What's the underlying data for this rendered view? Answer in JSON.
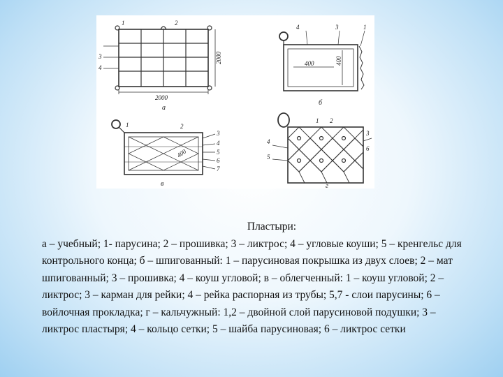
{
  "figure": {
    "panels": {
      "a": {
        "letter": "а",
        "callouts": [
          "1",
          "2",
          "3",
          "4"
        ],
        "height_dim": "2000",
        "width_dim": "2000"
      },
      "b": {
        "letter": "б",
        "callouts": [
          "4",
          "3",
          "1"
        ],
        "inner_dim": "400",
        "width_dim": "400"
      },
      "v": {
        "letter": "в",
        "callouts": [
          "1",
          "2",
          "3",
          "4",
          "5",
          "6",
          "7"
        ],
        "inner_dim": "400"
      },
      "g": {
        "letter": "г",
        "callouts": [
          "1",
          "2",
          "3",
          "4",
          "5",
          "6"
        ]
      }
    }
  },
  "caption": {
    "title": "Пластыри:",
    "body": "а – учебный; 1- парусина; 2 – прошивка; 3 – ликтрос; 4 – угловые коуши; 5 – кренгельс для контрольного конца; б – шпигованный: 1 – парусиновая покрышка из двух слоев; 2 – мат шпигованный; 3 – прошивка; 4 – коуш угловой; в – облегченный: 1 – коуш угловой; 2 – ликтрос; 3 – карман для рейки; 4 – рейка распорная из трубы; 5,7 - слои парусины; 6 – войлочная прокладка; г – кальчужный: 1,2 – двойной слой парусиновой подушки; 3 – ликтрос пластыря; 4 – кольцо сетки; 5 – шайба парусиновая; 6 – ликтрос сетки"
  }
}
